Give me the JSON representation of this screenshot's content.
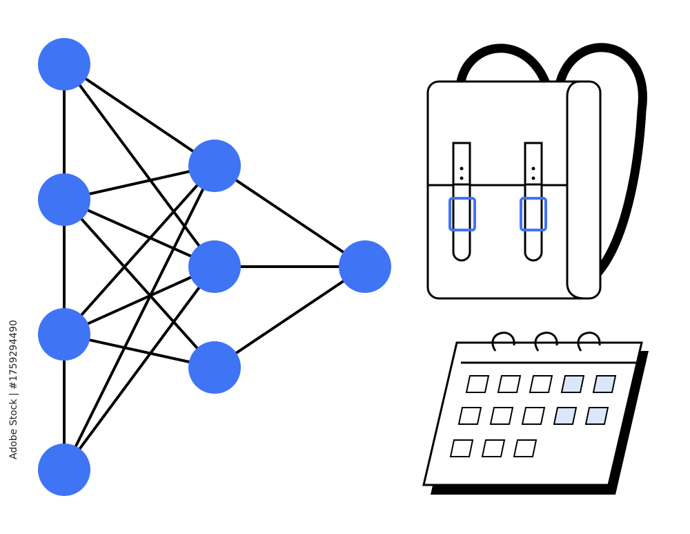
{
  "illustration": {
    "subjects": [
      "neural-network",
      "backpack",
      "calendar"
    ]
  },
  "colors": {
    "stroke": "#000000",
    "node_fill": "#3f74f5",
    "buckle": "#3f74f5",
    "highlight_cell": "#dbe6fb",
    "background": "#ffffff"
  },
  "watermark": {
    "side_text": "Adobe Stock | #1759294490"
  },
  "calendar": {
    "rows": [
      [
        false,
        false,
        false,
        true,
        true
      ],
      [
        false,
        false,
        false,
        true,
        true
      ],
      [
        false,
        false,
        false
      ]
    ]
  }
}
